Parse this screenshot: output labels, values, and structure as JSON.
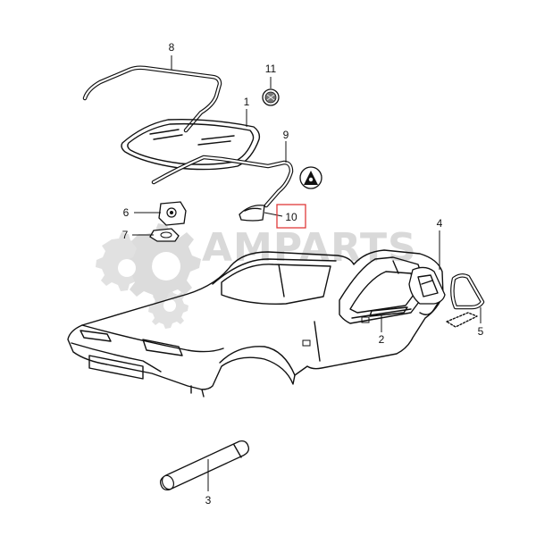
{
  "watermark": {
    "text": "AMPARTS",
    "color": "#d9d9d9"
  },
  "highlight_color": "#e03a3a",
  "callouts": [
    {
      "id": "8",
      "label": "8"
    },
    {
      "id": "11",
      "label": "11"
    },
    {
      "id": "1",
      "label": "1"
    },
    {
      "id": "9",
      "label": "9"
    },
    {
      "id": "6",
      "label": "6"
    },
    {
      "id": "10",
      "label": "10",
      "highlighted": true
    },
    {
      "id": "7",
      "label": "7"
    },
    {
      "id": "4",
      "label": "4"
    },
    {
      "id": "5",
      "label": "5"
    },
    {
      "id": "2",
      "label": "2"
    },
    {
      "id": "3",
      "label": "3"
    }
  ]
}
